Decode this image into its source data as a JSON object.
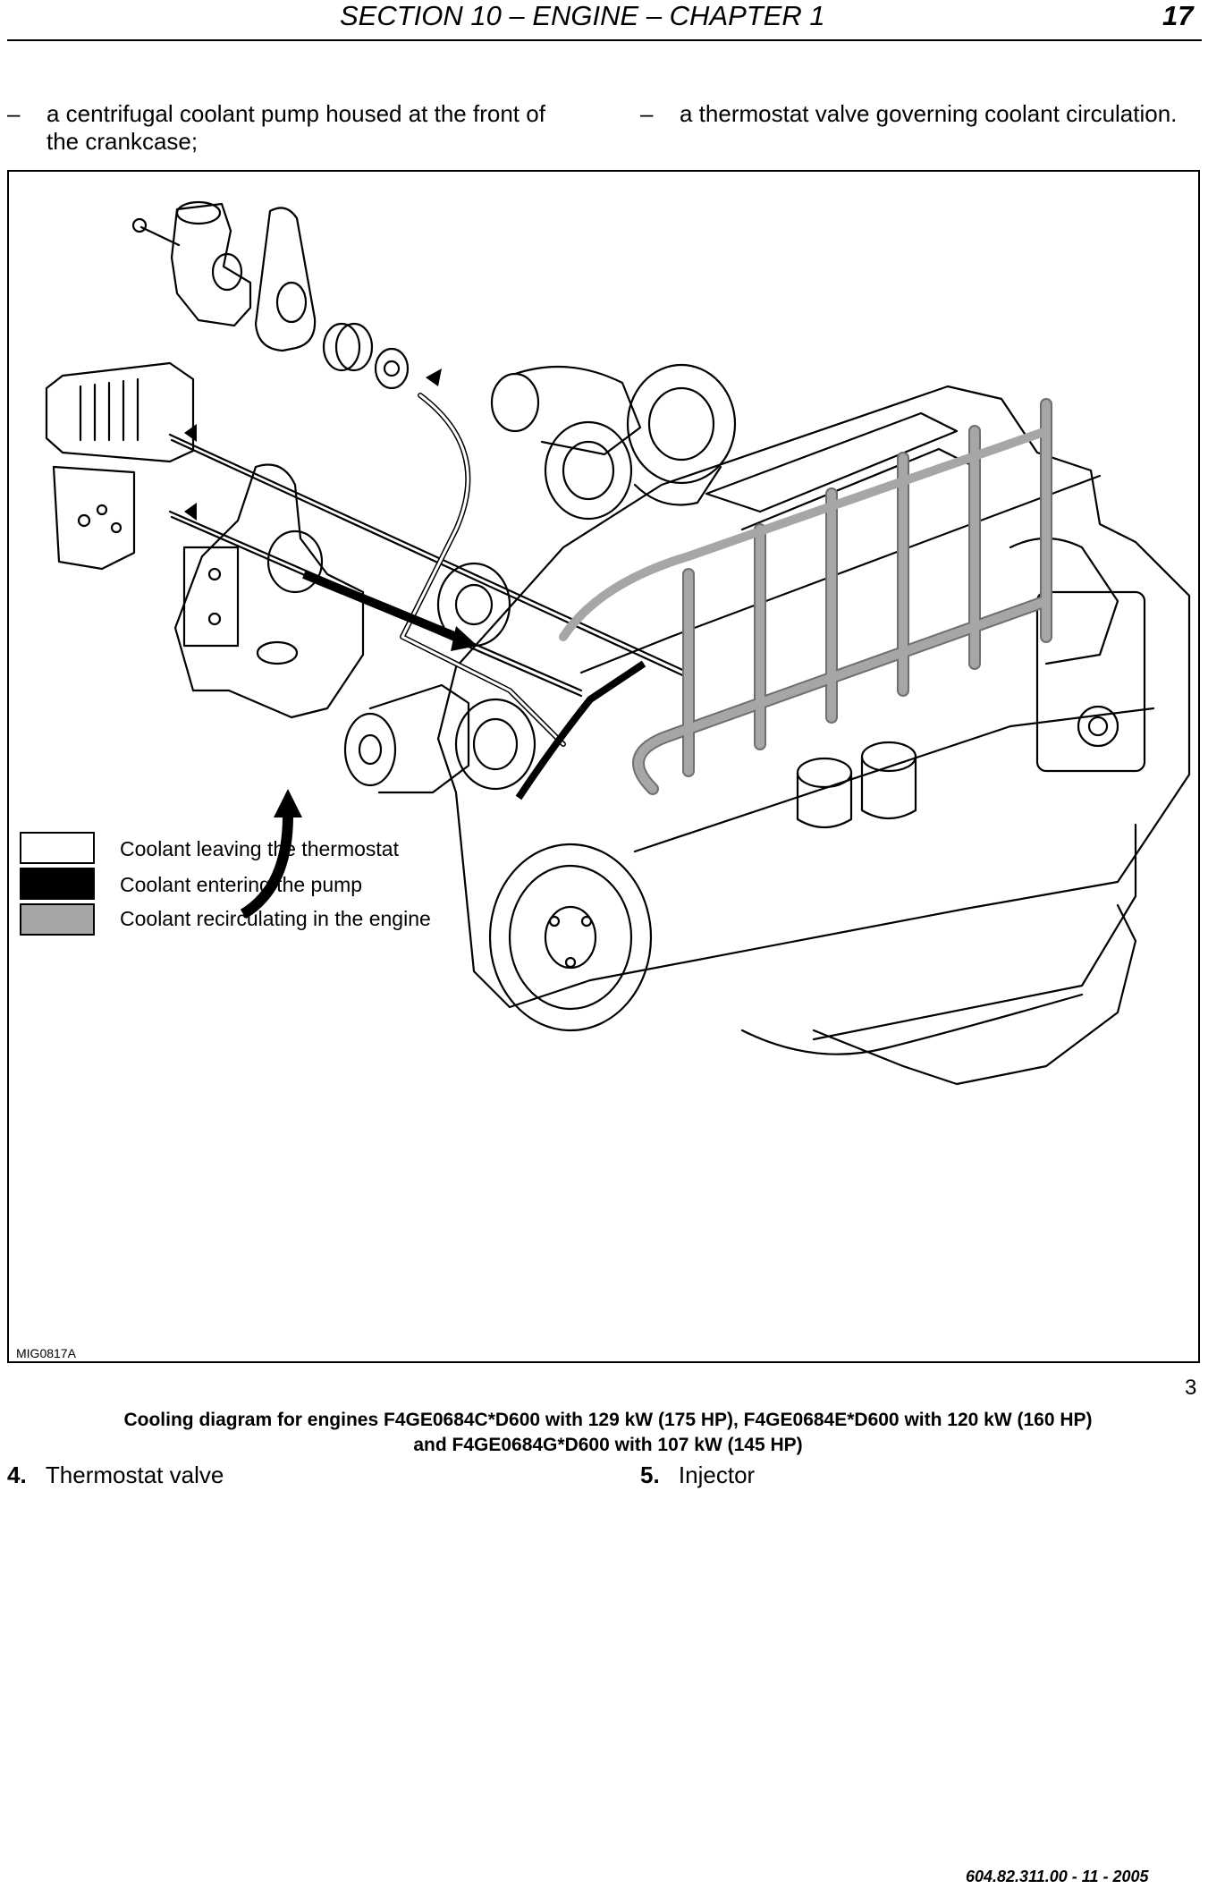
{
  "header": {
    "title": "SECTION 10 – ENGINE – CHAPTER 1",
    "page_number": "17"
  },
  "bullets": [
    {
      "dash": "–",
      "line1": "a centrifugal coolant pump housed at the front of",
      "line2": "the crankcase;"
    },
    {
      "dash": "–",
      "line1": "a thermostat valve governing coolant circulation.",
      "line2": ""
    }
  ],
  "legend": [
    {
      "label": "Coolant leaving the thermostat",
      "color": "#ffffff"
    },
    {
      "label": "Coolant entering the pump",
      "color": "#000000"
    },
    {
      "label": "Coolant recirculating in the engine",
      "color": "#a6a6a6"
    }
  ],
  "figure": {
    "id": "MIG0817A",
    "number": "3",
    "caption_line1": "Cooling diagram for engines F4GE0684C*D600 with 129 kW (175 HP), F4GE0684E*D600 with 120 kW (160 HP)",
    "caption_line2": "and F4GE0684G*D600 with 107 kW (145 HP)"
  },
  "items": [
    {
      "num": "4.",
      "label": "Thermostat valve"
    },
    {
      "num": "5.",
      "label": "Injector"
    }
  ],
  "footer": {
    "doc_ref": "604.82.311.00 - 11 - 2005"
  }
}
